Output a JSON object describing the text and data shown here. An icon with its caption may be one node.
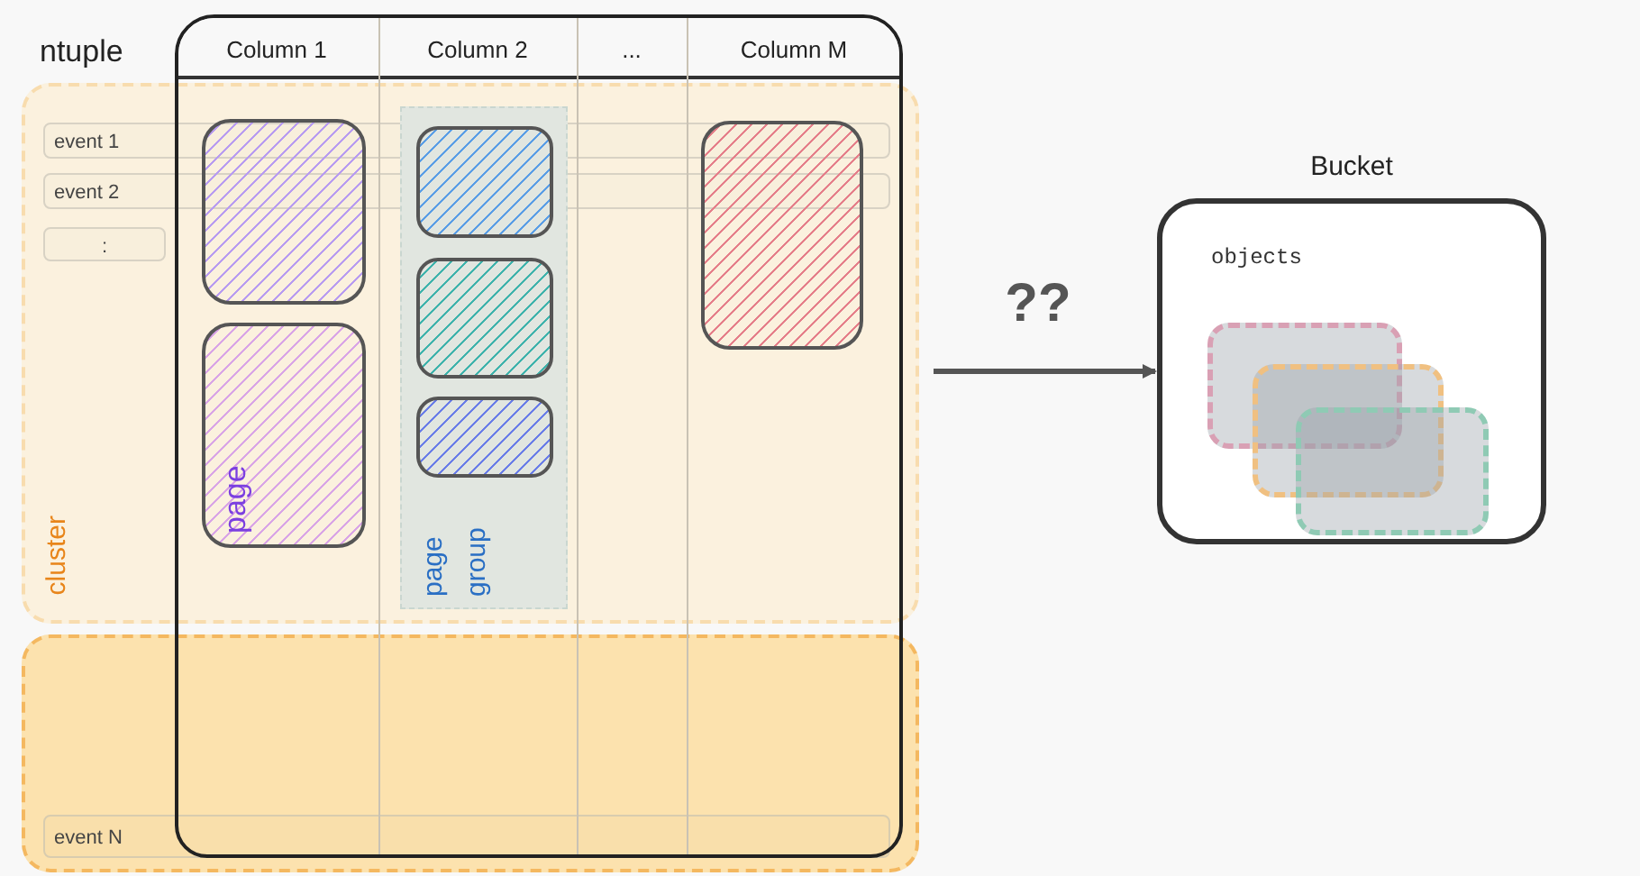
{
  "diagram": {
    "nodes": [
      {
        "text": [
          "ntuple"
        ]
      },
      {
        "text": [
          "cluster"
        ]
      },
      {
        "text": [],
        "shape": "box"
      },
      {
        "text": [
          "event 1"
        ],
        "in": 1
      },
      {
        "text": [
          "event 2"
        ],
        "in": 1
      },
      {
        "text": [
          ":"
        ],
        "in": 1
      },
      {
        "text": [
          "event N"
        ],
        "in": 2
      },
      {
        "text": [],
        "shape": "box",
        "in": 1
      },
      {
        "text": [
          "page"
        ],
        "in": 1
      },
      {
        "text": [
          "page group"
        ],
        "in": 1
      },
      {
        "text": [],
        "shape": "box",
        "in": 9
      },
      {
        "text": [],
        "shape": "box",
        "in": 9
      },
      {
        "text": [],
        "shape": "box",
        "in": 9
      },
      {
        "text": [],
        "shape": "box",
        "in": 1
      },
      {
        "text": [
          "Bucket"
        ]
      },
      {
        "text": [],
        "shape": "box",
        "in": 14
      },
      {
        "text": [],
        "shape": "box",
        "in": 14
      },
      {
        "text": [],
        "shape": "box",
        "in": 14
      }
    ],
    "edges": [
      {
        "from": 1,
        "to": 14,
        "arrow": "to",
        "label": "??"
      }
    ],
    "labels": [
      "Column 1",
      "Column 2",
      "...",
      "Column M",
      "objects"
    ]
  }
}
